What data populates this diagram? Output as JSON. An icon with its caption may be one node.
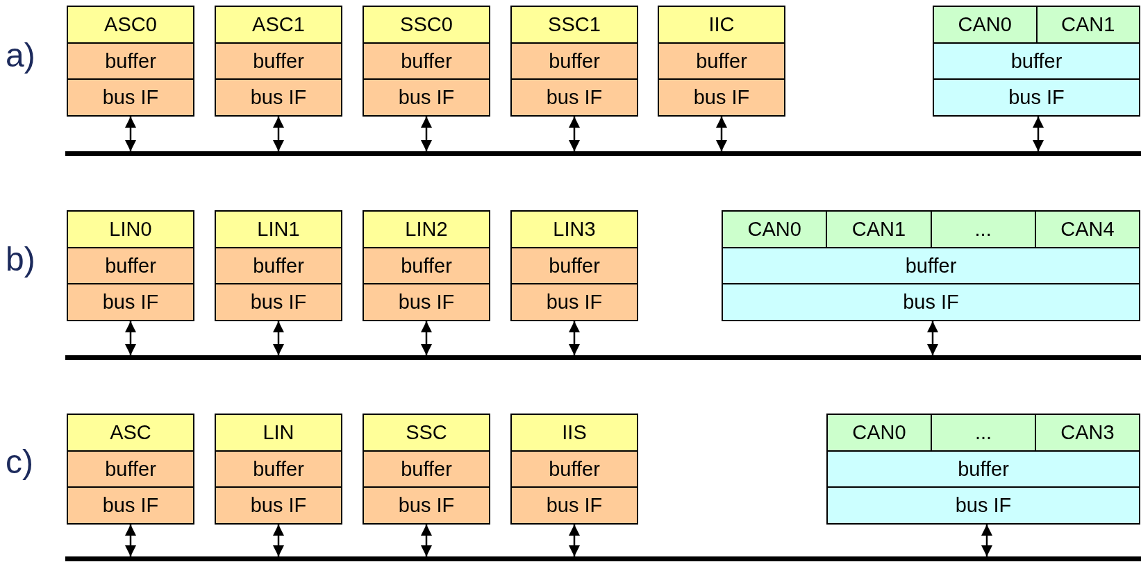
{
  "diagram": {
    "nodes": [
      {
        "text": [
          "ASC0",
          "buffer",
          "bus IF"
        ]
      },
      {
        "text": [
          "ASC1",
          "buffer",
          "bus IF"
        ]
      },
      {
        "text": [
          "SSC0",
          "buffer",
          "bus IF"
        ]
      },
      {
        "text": [
          "SSC1",
          "buffer",
          "bus IF"
        ]
      },
      {
        "text": [
          "IIC",
          "buffer",
          "bus IF"
        ]
      },
      {
        "text": [
          "CAN0",
          "CAN1",
          "buffer",
          "bus IF"
        ]
      },
      {
        "text": [],
        "shape": "bar"
      },
      {
        "text": [
          "LIN0",
          "buffer",
          "bus IF"
        ]
      },
      {
        "text": [
          "LIN1",
          "buffer",
          "bus IF"
        ]
      },
      {
        "text": [
          "LIN2",
          "buffer",
          "bus IF"
        ]
      },
      {
        "text": [
          "LIN3",
          "buffer",
          "bus IF"
        ]
      },
      {
        "text": [
          "CAN0",
          "CAN1",
          "...",
          "CAN4",
          "buffer",
          "bus IF"
        ]
      },
      {
        "text": [],
        "shape": "bar"
      },
      {
        "text": [
          "ASC",
          "buffer",
          "bus IF"
        ]
      },
      {
        "text": [
          "LIN",
          "buffer",
          "bus IF"
        ]
      },
      {
        "text": [
          "SSC",
          "buffer",
          "bus IF"
        ]
      },
      {
        "text": [
          "IIS",
          "buffer",
          "bus IF"
        ]
      },
      {
        "text": [
          "CAN0",
          "...",
          "CAN3",
          "buffer",
          "bus IF"
        ]
      },
      {
        "text": [],
        "shape": "bar"
      }
    ],
    "edges": [
      {
        "from": 0,
        "to": 6,
        "arrow": "both"
      },
      {
        "from": 1,
        "to": 6,
        "arrow": "both"
      },
      {
        "from": 2,
        "to": 6,
        "arrow": "both"
      },
      {
        "from": 3,
        "to": 6,
        "arrow": "both"
      },
      {
        "from": 4,
        "to": 6,
        "arrow": "both"
      },
      {
        "from": 5,
        "to": 6,
        "arrow": "both"
      },
      {
        "from": 7,
        "to": 12,
        "arrow": "both"
      },
      {
        "from": 8,
        "to": 12,
        "arrow": "both"
      },
      {
        "from": 9,
        "to": 12,
        "arrow": "both"
      },
      {
        "from": 10,
        "to": 12,
        "arrow": "both"
      },
      {
        "from": 11,
        "to": 12,
        "arrow": "both"
      },
      {
        "from": 13,
        "to": 18,
        "arrow": "both"
      },
      {
        "from": 14,
        "to": 18,
        "arrow": "both"
      },
      {
        "from": 15,
        "to": 18,
        "arrow": "both"
      },
      {
        "from": 16,
        "to": 18,
        "arrow": "both"
      },
      {
        "from": 17,
        "to": 18,
        "arrow": "both"
      }
    ],
    "labels": [
      "a)",
      "b)",
      "c)"
    ]
  }
}
